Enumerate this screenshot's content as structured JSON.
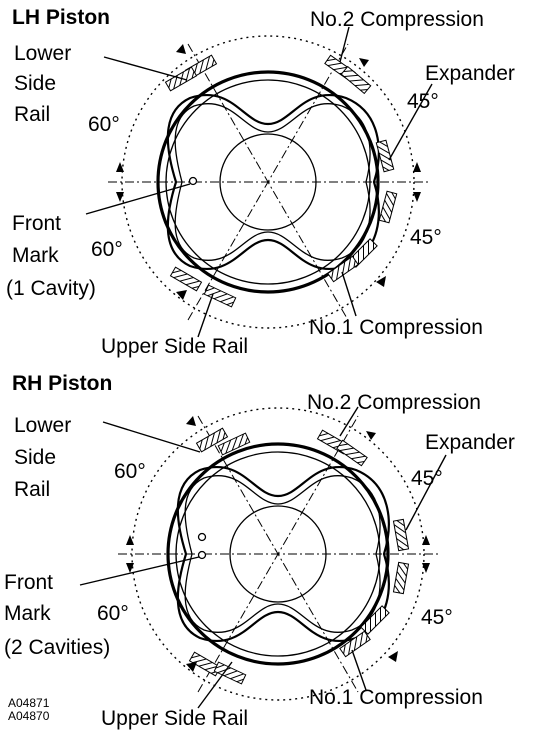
{
  "lh": {
    "title": "LH Piston",
    "no2_compression": "No.2 Compression",
    "lower_side_rail": [
      "Lower",
      "Side",
      "Rail"
    ],
    "expander": "Expander",
    "angle_upper_left": "60°",
    "angle_upper_right": "45°",
    "angle_lower_left": "60°",
    "angle_lower_right": "45°",
    "front_mark": [
      "Front",
      "Mark",
      "(1 Cavity)"
    ],
    "no1_compression": "No.1 Compression",
    "upper_side_rail": "Upper Side Rail"
  },
  "rh": {
    "title": "RH Piston",
    "no2_compression": "No.2 Compression",
    "lower_side_rail": [
      "Lower",
      "Side",
      "Rail"
    ],
    "expander": "Expander",
    "angle_upper_left": "60°",
    "angle_upper_right": "45°",
    "angle_lower_left": "60°",
    "angle_lower_right": "45°",
    "front_mark": [
      "Front",
      "Mark",
      "(2 Cavities)"
    ],
    "no1_compression": "No.1 Compression",
    "upper_side_rail": "Upper Side Rail"
  },
  "figure_codes": [
    "A04871",
    "A04870"
  ]
}
